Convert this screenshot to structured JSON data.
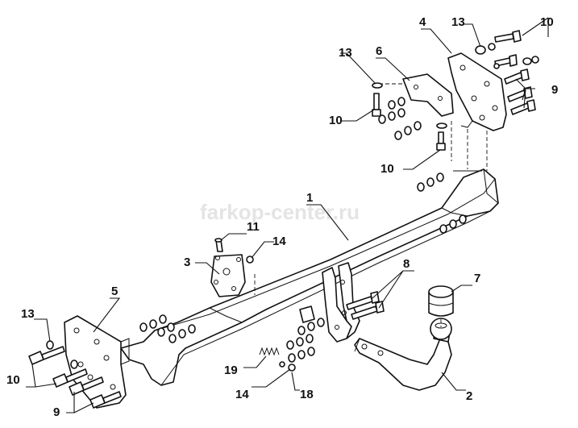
{
  "watermark": "farkop-center.ru",
  "callouts": {
    "c1": "1",
    "c2": "2",
    "c3": "3",
    "c4": "4",
    "c5": "5",
    "c6": "6",
    "c7": "7",
    "c8": "8",
    "c9a": "9",
    "c9b": "9",
    "c10a": "10",
    "c10b": "10",
    "c10c": "10",
    "c10d": "10",
    "c11": "11",
    "c13a": "13",
    "c13b": "13",
    "c13c": "13",
    "c14a": "14",
    "c14b": "14",
    "c18": "18",
    "c19": "19"
  }
}
